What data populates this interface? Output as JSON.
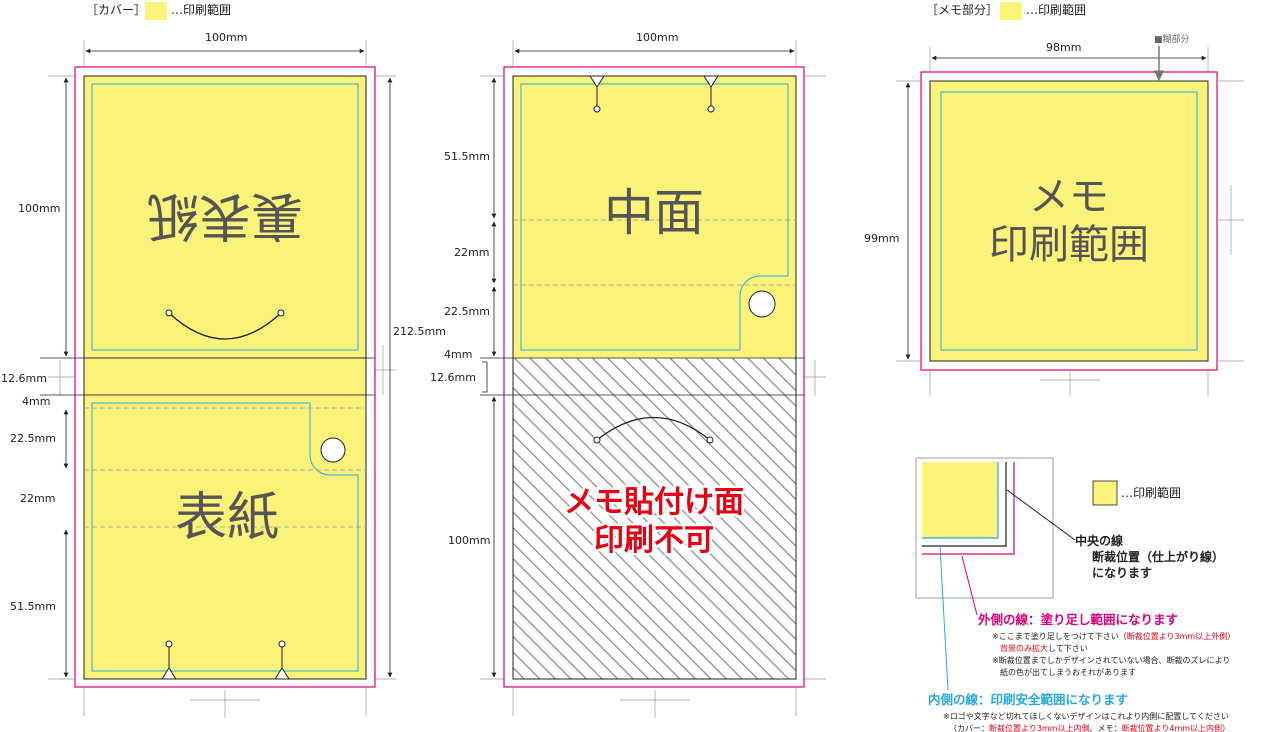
{
  "cover_header": {
    "title": "［カバー］",
    "legend": "…印刷範囲"
  },
  "memo_header": {
    "title": "［メモ部分］",
    "legend": "…印刷範囲"
  },
  "cover": {
    "width": "100mm",
    "total_height": "212.5mm",
    "back_label": "裏表紙",
    "front_label": "表紙",
    "dims": [
      "100mm",
      "12.6mm",
      "4mm",
      "22.5mm",
      "22mm",
      "51.5mm"
    ]
  },
  "inner": {
    "width": "100mm",
    "label": "中面",
    "dims": [
      "51.5mm",
      "22mm",
      "22.5mm",
      "4mm",
      "12.6mm",
      "100mm"
    ],
    "no_print_line1": "メモ貼付け面",
    "no_print_line2": "印刷不可"
  },
  "memo": {
    "width": "98mm",
    "height": "99mm",
    "glue_label": "■糊部分",
    "label_line1": "メモ",
    "label_line2": "印刷範囲"
  },
  "legend": {
    "swatch_label": "…印刷範囲",
    "center_title": "中央の線",
    "center_line2": "断裁位置（仕上がり線）",
    "center_line3": "になります",
    "outer_title": "外側の線：塗り足し範囲になります",
    "outer_note1_a": "※ここまで塗り足しをつけて下さい（",
    "outer_note1_b": "断裁位置より3mm以上外側",
    "outer_note1_c": "）",
    "outer_note2_a": "背景のみ拡大",
    "outer_note2_b": "して下さい",
    "outer_note3": "※断裁位置までしかデザインされていない場合、断裁のズレにより",
    "outer_note4": "紙の色が出てしまうおそれがあります",
    "inner_title": "内側の線：印刷安全範囲になります",
    "inner_note1": "※ロゴや文字など切れてほしくないデザインはこれより内側に配置してください",
    "inner_note2_a": "（カバー：",
    "inner_note2_b": "断裁位置より3mm以上内側",
    "inner_note2_c": "、メモ：",
    "inner_note2_d": "断裁位置より4mm以上内側",
    "inner_note2_e": "）"
  },
  "colors": {
    "print_area": "#fbf27a",
    "bleed": "#e0007a",
    "safe": "#2aa8e0",
    "warning": "#e60012"
  }
}
